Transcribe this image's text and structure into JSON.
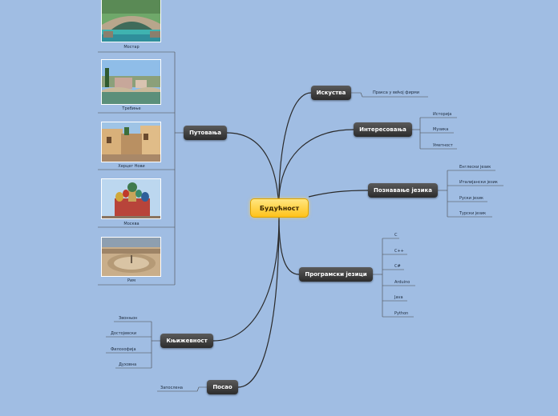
{
  "central": {
    "label": "Будућност"
  },
  "branches": {
    "experience": {
      "label": "Искуства",
      "items": [
        "Пракса у већој фирми"
      ]
    },
    "interests": {
      "label": "Интересовања",
      "items": [
        "Историја",
        "Музика",
        "Уметност"
      ]
    },
    "languages": {
      "label": "Познавање језика",
      "items": [
        "Енглески језик",
        "Италијански језик",
        "Руски језик",
        "Турски језик"
      ]
    },
    "programming": {
      "label": "Програмски језици",
      "items": [
        "C",
        "C++",
        "C#",
        "Arduino",
        "Java",
        "Python"
      ]
    },
    "travel": {
      "label": "Путовања",
      "items": [
        {
          "caption": "Мостар",
          "picture": "Mostar bridge over turquoise river"
        },
        {
          "caption": "Требиње",
          "picture": "Trebinje stone bridge and town"
        },
        {
          "caption": "Херцег Нови",
          "picture": "Herceg Novi old street"
        },
        {
          "caption": "Москва",
          "picture": "Saint Basil's Cathedral"
        },
        {
          "caption": "Рим",
          "picture": "St. Peter's Square aerial view"
        }
      ]
    },
    "literature": {
      "label": "Књижевност",
      "items": [
        "Звонњон",
        "Достојевски",
        "Филозофија",
        "Духовна"
      ]
    },
    "job": {
      "label": "Посао",
      "items": [
        "Запослена"
      ]
    }
  },
  "colors": {
    "background": "#a0bde3",
    "node": "#3b3b3b",
    "central": "#ffcf3a",
    "line": "#2a2a2a"
  }
}
